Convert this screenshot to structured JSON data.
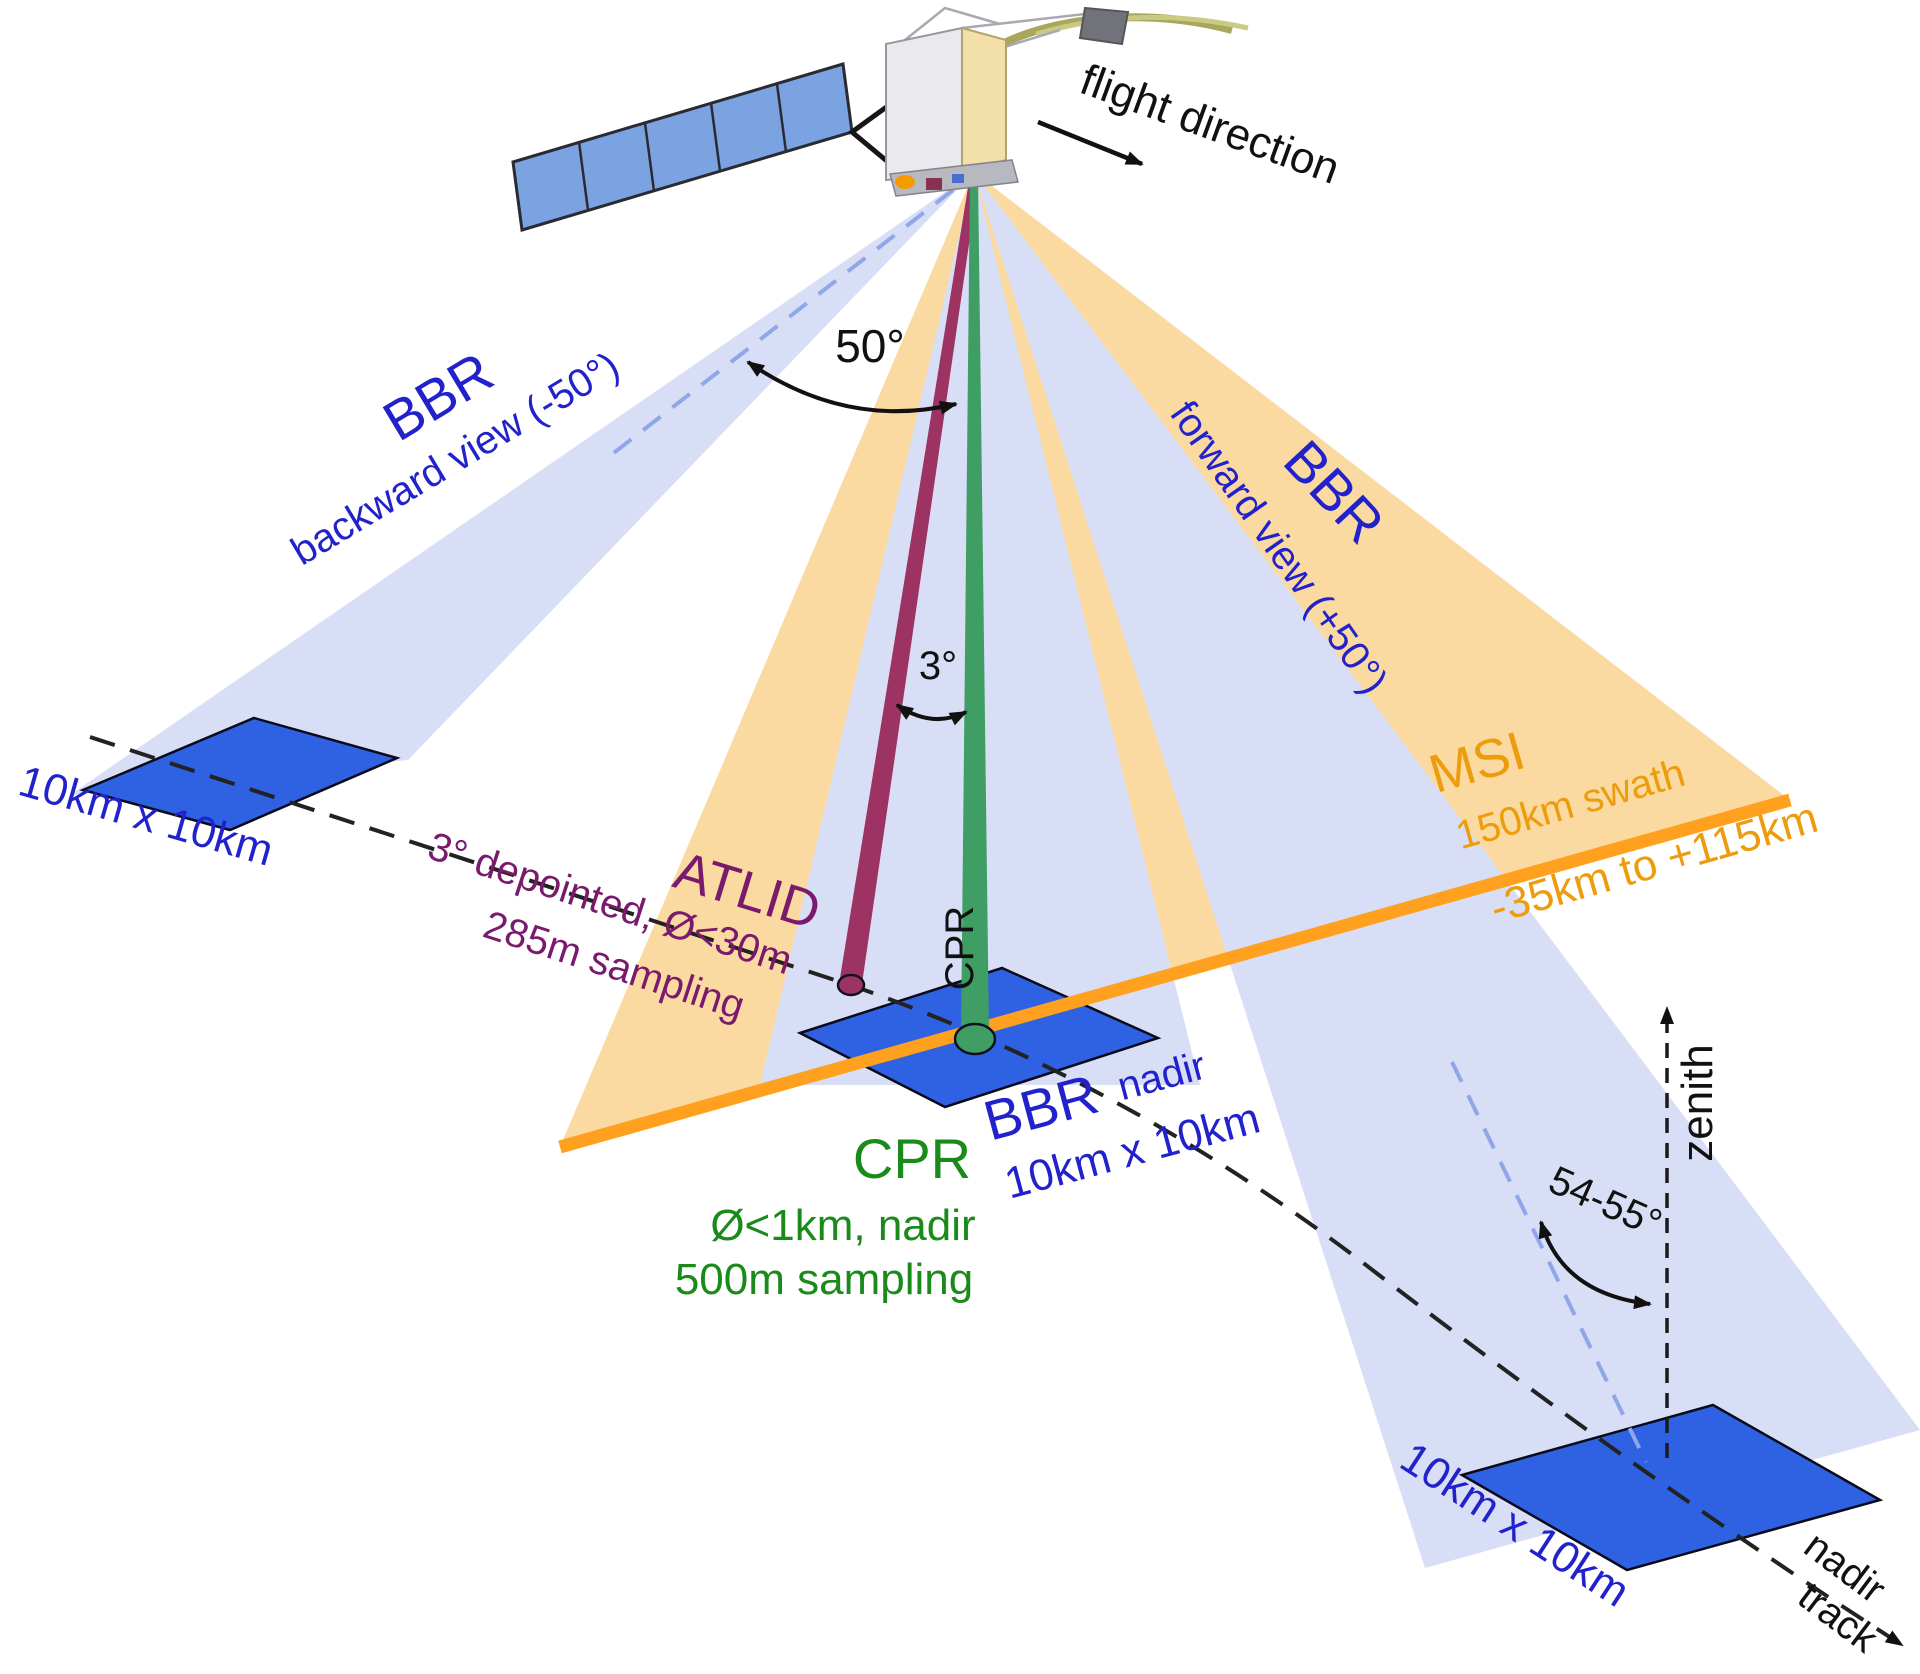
{
  "diagram": {
    "description": "EarthCARE satellite instrument viewing geometry diagram",
    "labels": {
      "flight_direction": "flight direction",
      "bbr_backward": "BBR",
      "bbr_backward_view": "backward view (-50°)",
      "footprint_left_size": "10km x 10km",
      "angle_50": "50°",
      "atlid_name": "ATLID",
      "atlid_spec_line1": "3° depointed, Ø<30m",
      "atlid_spec_line2": "285m sampling",
      "angle_3": "3°",
      "cpr_beam_label": "CPR",
      "cpr_name": "CPR",
      "cpr_spec_line1": "Ø<1km, nadir",
      "cpr_spec_line2": "500m sampling",
      "bbr_nadir": "BBR",
      "bbr_nadir_view": "nadir",
      "bbr_nadir_size": "10km x 10km",
      "msi_name": "MSI",
      "msi_swath": "150km swath",
      "msi_range": "-35km to +115km",
      "bbr_forward": "BBR",
      "bbr_forward_view": "forward view (+50°)",
      "angle_54_55": "54-55°",
      "zenith": "zenith",
      "footprint_right_size": "10km x 10km",
      "nadir_track_line1": "nadir",
      "nadir_track_line2": "track"
    },
    "colors": {
      "bbr_cone": "#D8DEF6",
      "msi_cone": "#FBDAA2",
      "msi_swath_line": "#FFA11F",
      "footprint_blue": "#2F62E2",
      "atlid_beam": "#9C3363",
      "cpr_beam": "#3F9E63",
      "text_blue": "#2222CC",
      "text_orange": "#ED9C0C",
      "text_purple": "#7A1A6C",
      "text_green": "#1A8A1A",
      "text_black": "#111111",
      "center_dash_blue": "#8FA7E8"
    }
  }
}
